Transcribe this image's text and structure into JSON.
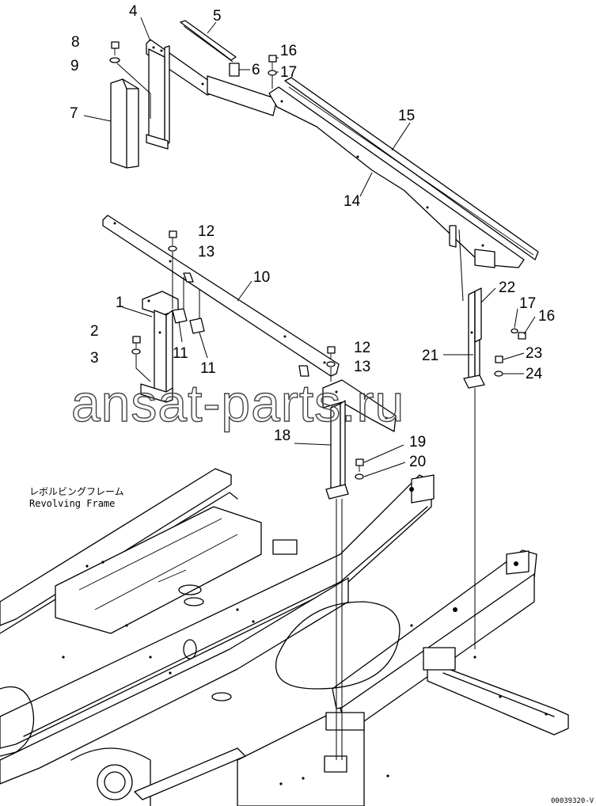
{
  "frame_label": {
    "jp": "レボルビングフレーム",
    "en": "Revolving Frame"
  },
  "watermark": "ansat-parts.ru",
  "drawing_code": "00039320-V",
  "callouts": {
    "c1": "1",
    "c2": "2",
    "c3": "3",
    "c4": "4",
    "c5": "5",
    "c6": "6",
    "c7": "7",
    "c8": "8",
    "c9": "9",
    "c10": "10",
    "c11a": "11",
    "c11b": "11",
    "c12a": "12",
    "c12b": "12",
    "c13a": "13",
    "c13b": "13",
    "c14": "14",
    "c15": "15",
    "c16a": "16",
    "c16b": "16",
    "c17a": "17",
    "c17b": "17",
    "c18": "18",
    "c19": "19",
    "c20": "20",
    "c21": "21",
    "c22": "22",
    "c23": "23",
    "c24": "24"
  }
}
